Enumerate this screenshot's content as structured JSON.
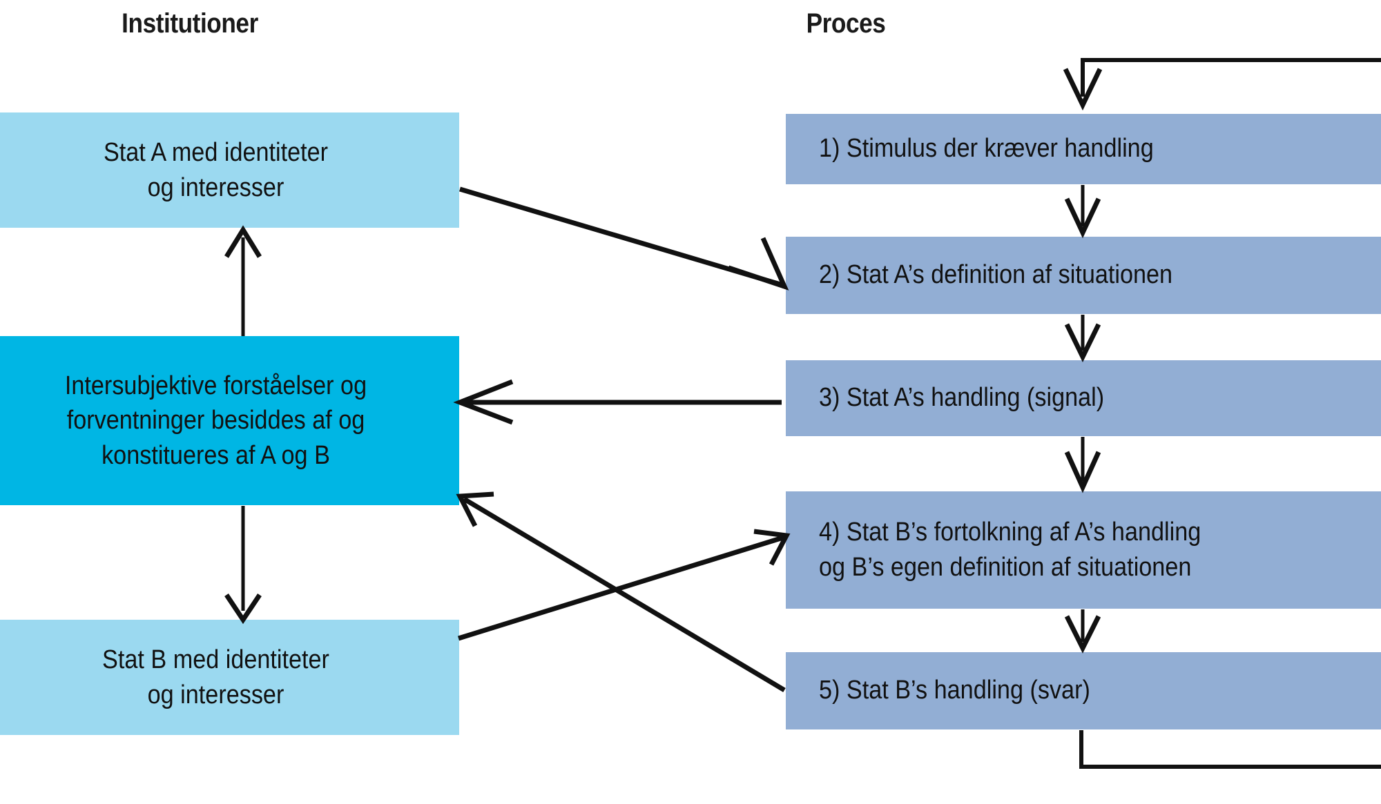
{
  "headers": {
    "left": "Institutioner",
    "right": "Proces"
  },
  "colors": {
    "institution_box": "#9bd9f0",
    "institution_emphasis_box": "#00b6e4",
    "process_box": "#92aed4",
    "arrow": "#111111",
    "text": "#111111",
    "background": "#ffffff"
  },
  "institutions": [
    {
      "id": "stat-a",
      "lines": [
        "Stat A med identiteter",
        "og interesser"
      ],
      "emphasis": false
    },
    {
      "id": "intersubjektive",
      "lines": [
        "Intersubjektive forståelser og",
        "forventninger besiddes af og",
        "konstitueres af A og B"
      ],
      "emphasis": true
    },
    {
      "id": "stat-b",
      "lines": [
        "Stat B med identiteter",
        "og interesser"
      ],
      "emphasis": false
    }
  ],
  "process": [
    {
      "id": "p1",
      "number": "1)",
      "lines": [
        "1) Stimulus der kræver handling"
      ]
    },
    {
      "id": "p2",
      "number": "2)",
      "lines": [
        "2) Stat A’s definition af situationen"
      ]
    },
    {
      "id": "p3",
      "number": "3)",
      "lines": [
        "3) Stat A’s handling (signal)"
      ]
    },
    {
      "id": "p4",
      "number": "4)",
      "lines": [
        "4) Stat B’s fortolkning af A’s handling",
        "og B’s egen definition af situationen"
      ]
    },
    {
      "id": "p5",
      "number": "5)",
      "lines": [
        "5) Stat B’s handling (svar)"
      ]
    }
  ],
  "connectors": [
    {
      "id": "loop-top-in",
      "kind": "feedback-entry",
      "from": "off-canvas-right",
      "to": "p1"
    },
    {
      "id": "p1-to-p2",
      "kind": "vertical-arrow",
      "from": "p1",
      "to": "p2"
    },
    {
      "id": "p2-to-p3",
      "kind": "vertical-arrow",
      "from": "p2",
      "to": "p3"
    },
    {
      "id": "p3-to-p4",
      "kind": "vertical-arrow",
      "from": "p3",
      "to": "p4"
    },
    {
      "id": "p4-to-p5",
      "kind": "vertical-arrow",
      "from": "p4",
      "to": "p5"
    },
    {
      "id": "loop-bottom-out",
      "kind": "feedback-exit",
      "from": "p5",
      "to": "off-canvas-right"
    },
    {
      "id": "stat-a-to-p2",
      "kind": "diagonal-arrow",
      "from": "stat-a",
      "to": "p2"
    },
    {
      "id": "p3-to-inter",
      "kind": "horizontal-arrow",
      "from": "p3",
      "to": "intersubjektive"
    },
    {
      "id": "stat-b-to-p4",
      "kind": "diagonal-arrow",
      "from": "stat-b",
      "to": "p4"
    },
    {
      "id": "p5-to-inter",
      "kind": "diagonal-arrow",
      "from": "p5",
      "to": "intersubjektive"
    },
    {
      "id": "inter-to-stat-a",
      "kind": "vertical-arrow",
      "from": "intersubjektive",
      "to": "stat-a"
    },
    {
      "id": "inter-to-stat-b",
      "kind": "vertical-arrow",
      "from": "intersubjektive",
      "to": "stat-b"
    }
  ]
}
